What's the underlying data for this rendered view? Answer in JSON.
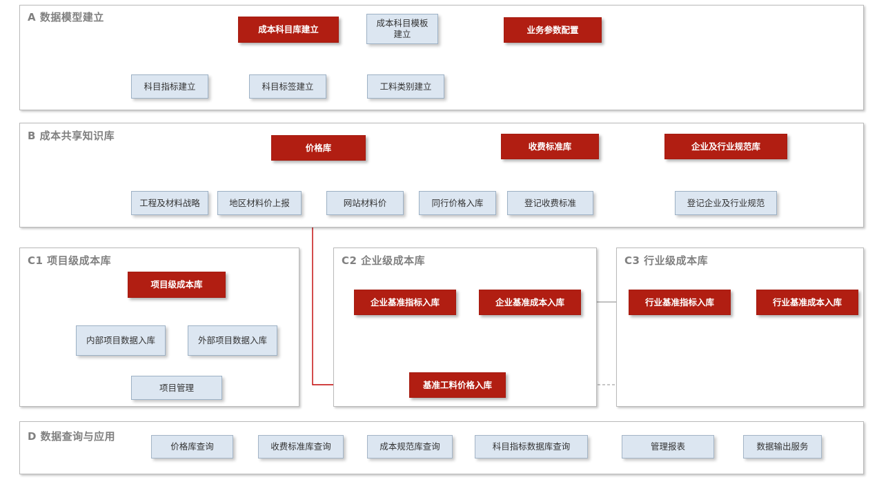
{
  "meta": {
    "title": "成本数据管理平台功能架构图",
    "colors": {
      "red": "#B11E12",
      "blue": "#DCE6F1",
      "panel_border": "#B9B9B9",
      "title_gray": "#808080",
      "wire_gray": "#808080",
      "wire_red": "#C00000"
    }
  },
  "sections": {
    "A": {
      "id": "A",
      "title": "A 数据模型建立",
      "nodes": {
        "main": "成本科目库建立",
        "template": "成本科目模板\n建立",
        "param": "业务参数配置",
        "child1": "科目指标建立",
        "child2": "科目标签建立",
        "child3": "工料类别建立"
      }
    },
    "B": {
      "id": "B",
      "title": "B 成本共享知识库",
      "nodes": {
        "price_lib": "价格库",
        "fee_lib": "收费标准库",
        "norm_lib": "企业及行业规范库",
        "p1": "工程及材料战略",
        "p2": "地区材料价上报",
        "p3": "网站材料价",
        "p4": "同行价格入库",
        "f1": "登记收费标准",
        "n1": "登记企业及行业规范"
      }
    },
    "C1": {
      "id": "C1",
      "title": "C1 项目级成本库",
      "nodes": {
        "main": "项目级成本库",
        "inner": "内部项目数据入库",
        "outer": "外部项目数据入库",
        "manage": "项目管理"
      }
    },
    "C2": {
      "id": "C2",
      "title": "C2 企业级成本库",
      "nodes": {
        "index": "企业基准指标入库",
        "cost": "企业基准成本入库",
        "base_price": "基准工料价格入库"
      }
    },
    "C3": {
      "id": "C3",
      "title": "C3 行业级成本库",
      "nodes": {
        "index": "行业基准指标入库",
        "cost": "行业基准成本入库"
      }
    },
    "D": {
      "id": "D",
      "title": "D 数据查询与应用",
      "buttons": [
        "价格库查询",
        "收费标准库查询",
        "成本规范库查询",
        "科目指标数据库查询",
        "管理报表",
        "数据输出服务"
      ]
    }
  }
}
